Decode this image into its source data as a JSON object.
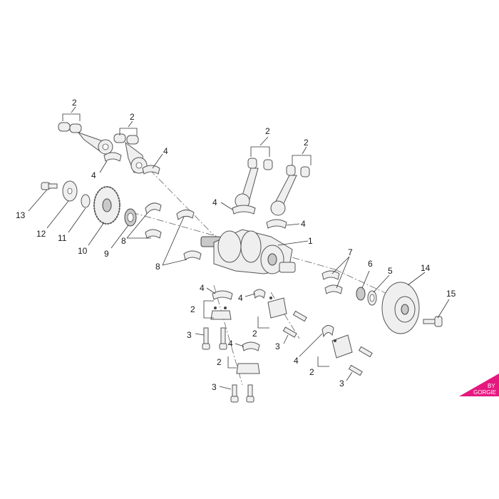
{
  "diagram": {
    "callouts": {
      "c1": "1",
      "c2": "2",
      "c3": "3",
      "c4": "4",
      "c5": "5",
      "c6": "6",
      "c7": "7",
      "c8": "8",
      "c9": "9",
      "c10": "10",
      "c11": "11",
      "c12": "12",
      "c13": "13",
      "c14": "14",
      "c15": "15"
    },
    "watermark": {
      "line1": "BY",
      "line2": "GORGIE",
      "color": "#e6187f"
    }
  }
}
